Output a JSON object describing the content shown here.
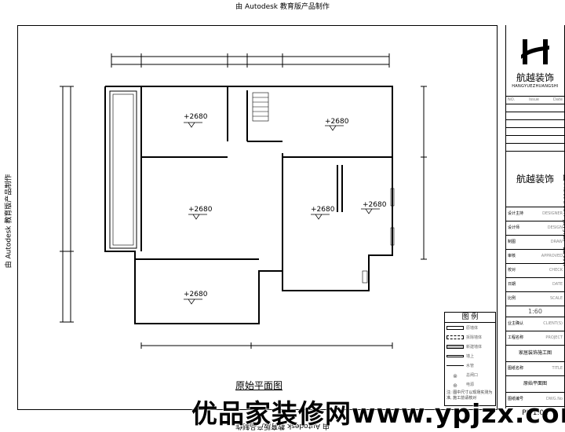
{
  "watermark": "由 Autodesk 教育版产品制作",
  "elevations": [
    "+2680",
    "+2680",
    "+2680",
    "+2680",
    "+2680",
    "+2680"
  ],
  "plan_title": "原始平面图",
  "legend": {
    "title": "图  例",
    "items": [
      "原墙体",
      "拆除墙体",
      "新建墙体",
      "墙上",
      "水管",
      "总闸口",
      "电源"
    ],
    "note": "注: 图中尺寸以现场实测为准, 施工前请核对"
  },
  "title_block": {
    "logo_text": "航越装饰",
    "pinyin": "HANGYUEZHUANGSHI",
    "header_row": {
      "no": "NO.",
      "issue": "Issue",
      "date": "Date"
    },
    "company_repeat": "航越装饰",
    "fields": [
      {
        "cn": "设计主持",
        "en": "DESIGNER"
      },
      {
        "cn": "设计师",
        "en": "DESIGN"
      },
      {
        "cn": "制图",
        "en": "DRAW"
      },
      {
        "cn": "审核",
        "en": "APPROVED"
      },
      {
        "cn": "校对",
        "en": "CHECK"
      },
      {
        "cn": "日期",
        "en": "DATE"
      },
      {
        "cn": "比例",
        "en": "SCALE"
      }
    ],
    "scale": "1:60",
    "client": {
      "cn": "业主确认",
      "en": "CLIENT(S)"
    },
    "project": {
      "cn": "工程名称",
      "en": "PROJECT"
    },
    "project_name": "家居装饰施工图",
    "drawing": {
      "cn": "图纸名称",
      "en": "TITLE"
    },
    "drawing_name": "原始平面图",
    "dwg_no": {
      "cn": "图纸编号",
      "en": "DWG.No"
    },
    "sheet_no": "PL-1.01"
  },
  "banner": "优品家装修网www.ypjzx.com"
}
